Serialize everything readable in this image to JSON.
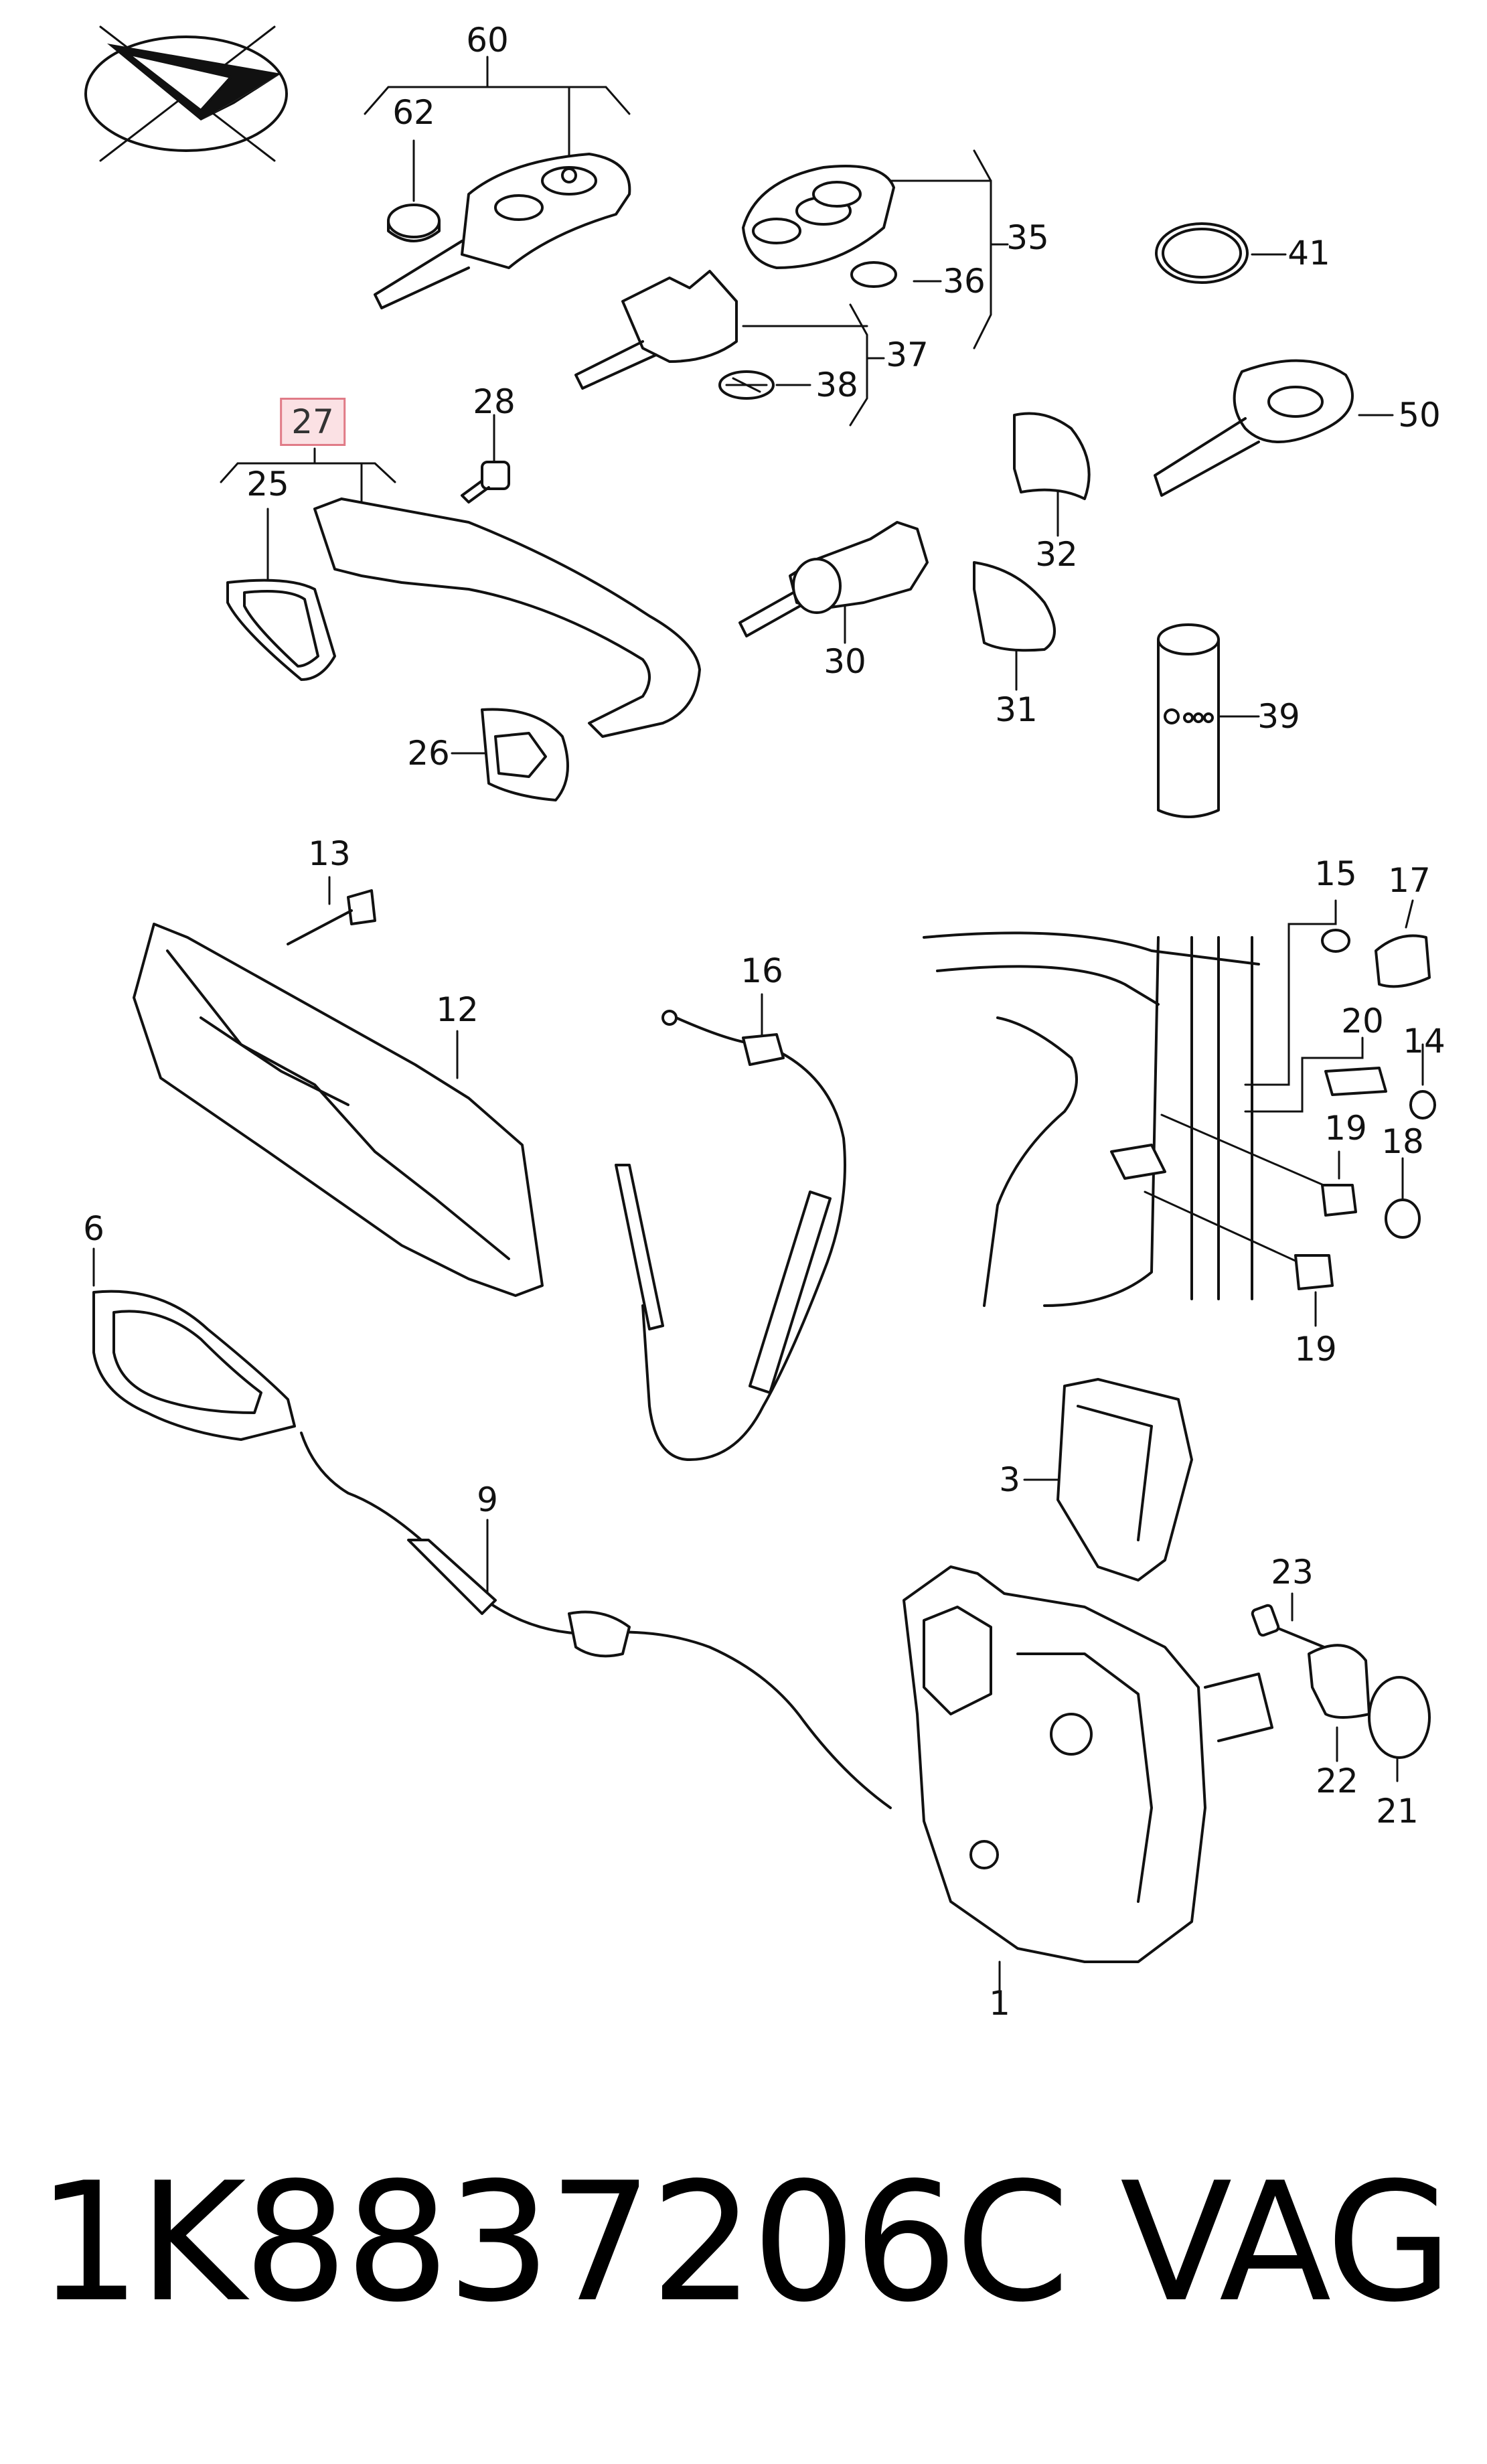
{
  "part_number": "1K8837206C",
  "brand": "VAG",
  "highlighted_label": "27",
  "labels": {
    "l60": "60",
    "l62": "62",
    "l35": "35",
    "l36": "36",
    "l41": "41",
    "l37": "37",
    "l38": "38",
    "l27": "27",
    "l25": "25",
    "l28": "28",
    "l50": "50",
    "l32": "32",
    "l30": "30",
    "l31": "31",
    "l39": "39",
    "l26": "26",
    "l13": "13",
    "l12": "12",
    "l16": "16",
    "l15": "15",
    "l17": "17",
    "l20": "20",
    "l14": "14",
    "l19a": "19",
    "l18": "18",
    "l19b": "19",
    "l6": "6",
    "l3": "3",
    "l9": "9",
    "l23": "23",
    "l22": "22",
    "l21": "21",
    "l1": "1"
  },
  "colors": {
    "line": "#111111",
    "highlight_border": "#e07b87",
    "highlight_fill": "#fbe1e4"
  }
}
